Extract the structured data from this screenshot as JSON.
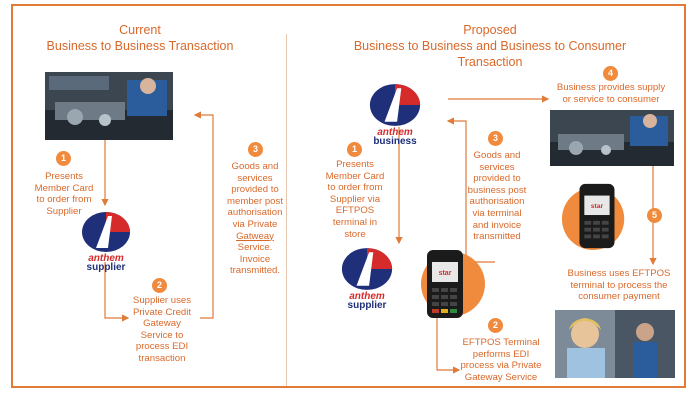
{
  "current": {
    "title_line1": "Current",
    "title_line2": "Business to Business Transaction",
    "step1": {
      "num": "1",
      "lines": [
        "Presents",
        "Member Card",
        "to order from",
        "Supplier"
      ]
    },
    "step2": {
      "num": "2",
      "lines": [
        "Supplier uses",
        "Private Credit",
        "Gateway",
        "Service to",
        "process EDI",
        "transaction"
      ]
    },
    "step3": {
      "num": "3",
      "lines": [
        "Goods and",
        "services",
        "provided to",
        "member post",
        "authorisation",
        "via Private"
      ],
      "link": "Gatweay",
      "after": [
        "Service.",
        "Invoice",
        "transmitted."
      ]
    },
    "logo": {
      "word1": "anthem",
      "word2": "supplier"
    }
  },
  "proposed": {
    "title_line1": "Proposed",
    "title_line2": "Business to Business and Business to Consumer Transaction",
    "step1": {
      "num": "1",
      "lines": [
        "Presents",
        "Member Card",
        "to order from",
        "Supplier via",
        "EFTPOS",
        "terminal in",
        "store"
      ]
    },
    "step2": {
      "num": "2",
      "lines": [
        "EFTPOS Terminal",
        "performs EDI",
        "process via Private",
        "Gateway Service"
      ]
    },
    "step3": {
      "num": "3",
      "lines": [
        "Goods and",
        "services",
        "provided to",
        "business post",
        "authorisation",
        "via terminal",
        "and invoice",
        "transmitted"
      ]
    },
    "step4": {
      "num": "4",
      "lines": [
        "Business provides supply",
        "or service to consumer"
      ]
    },
    "step5": {
      "num": "5",
      "lines": [
        "Business uses EFTPOS",
        "terminal to process the",
        "consumer payment"
      ]
    },
    "logo_business": {
      "word1": "anthem",
      "word2": "business"
    },
    "logo_supplier": {
      "word1": "anthem",
      "word2": "supplier"
    },
    "terminal_brand": "star"
  },
  "colors": {
    "orange": "#d9692a",
    "badge": "#f08a3c",
    "navy": "#1f2f7a",
    "red": "#d52b2b"
  }
}
